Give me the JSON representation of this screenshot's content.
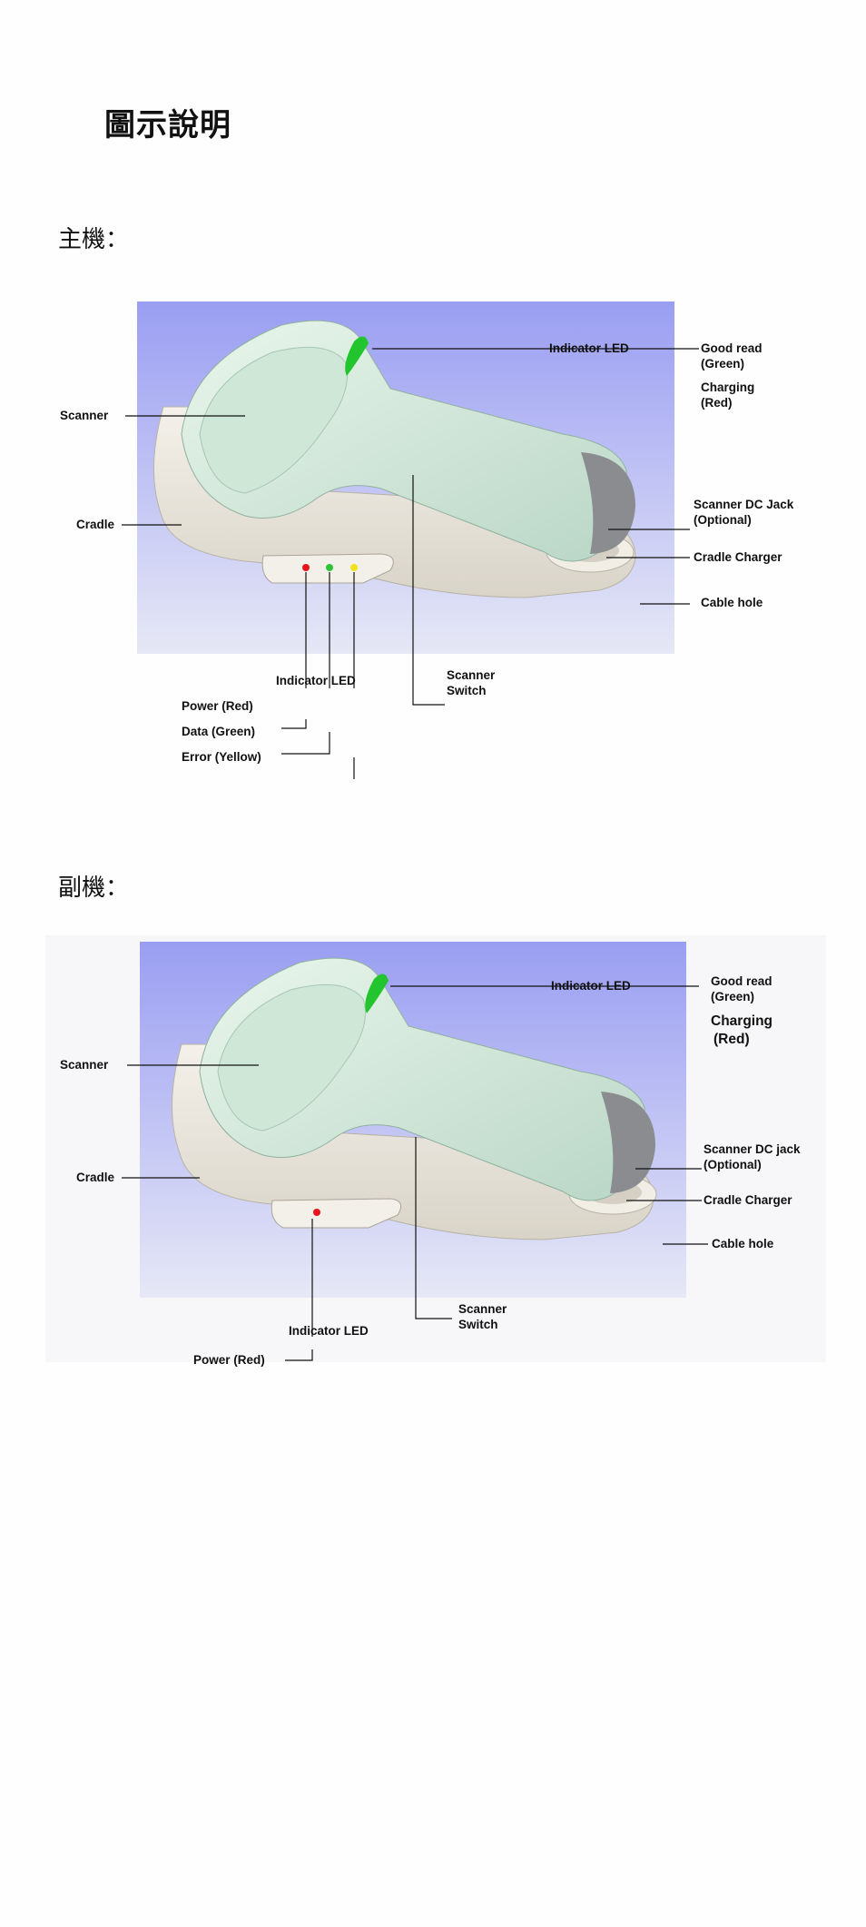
{
  "page_title": "圖示說明",
  "sections": [
    {
      "title": "主機：",
      "labels": {
        "scanner": "Scanner",
        "cradle": "Cradle",
        "indicator_led_top": "Indicator LED",
        "good_read_1": "Good read",
        "good_read_2": "(Green)",
        "charging_1": "Charging",
        "charging_2": "(Red)",
        "dc_jack_1": "Scanner DC Jack",
        "dc_jack_2": "(Optional)",
        "cradle_charger": "Cradle Charger",
        "cable_hole": "Cable hole",
        "indicator_led_bottom": "Indicator LED",
        "scanner_switch_1": "Scanner",
        "scanner_switch_2": "Switch",
        "power": "Power (Red)",
        "data": "Data (Green)",
        "error": "Error (Yellow)"
      },
      "led_colors": [
        "#e8141c",
        "#2ec43a",
        "#f2e21a"
      ]
    },
    {
      "title": "副機：",
      "labels": {
        "scanner": "Scanner",
        "cradle": "Cradle",
        "indicator_led_top": "Indicator LED",
        "good_read_1": "Good read",
        "good_read_2": "(Green)",
        "charging_1": "Charging",
        "charging_2": "(Red)",
        "dc_jack_1": "Scanner DC jack",
        "dc_jack_2": "(Optional)",
        "cradle_charger": "Cradle Charger",
        "cable_hole": "Cable hole",
        "indicator_led_bottom": "Indicator LED",
        "scanner_switch_1": "Scanner",
        "scanner_switch_2": "Switch",
        "power": "Power (Red)"
      },
      "led_colors": [
        "#e8141c"
      ]
    }
  ],
  "colors": {
    "bg_top": "#9a9ef2",
    "bg_bottom": "#e6e8f6",
    "scanner_body": "#d8ece0",
    "cradle_body": "#e8e4dc",
    "lens": "#8a8c90",
    "good_read_led": "#22c52e"
  }
}
